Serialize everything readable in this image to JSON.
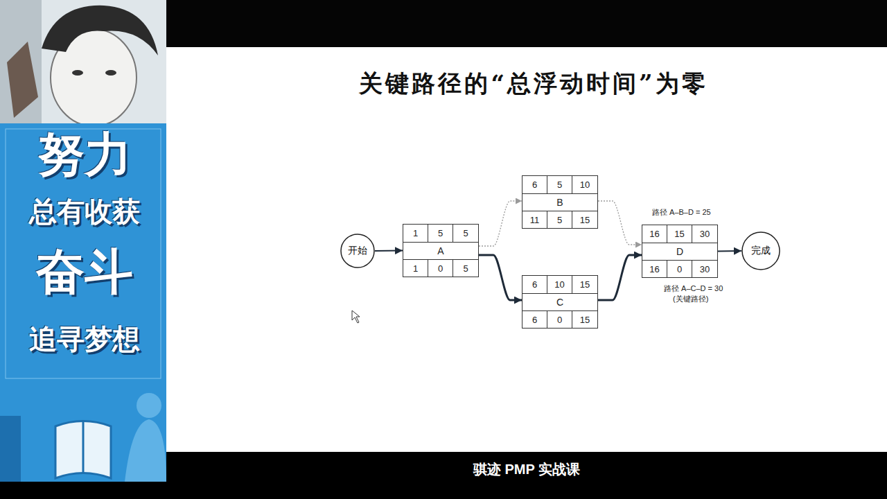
{
  "diagram": {
    "title": "关键路径的“总浮动时间”为零",
    "nodes": [
      {
        "text": [
          "开始"
        ]
      },
      {
        "text": [
          "1",
          "5",
          "5",
          "A",
          "1",
          "0",
          "5"
        ]
      },
      {
        "text": [
          "6",
          "5",
          "10",
          "B",
          "11",
          "5",
          "15"
        ]
      },
      {
        "text": [
          "6",
          "10",
          "15",
          "C",
          "6",
          "0",
          "15"
        ]
      },
      {
        "text": [
          "16",
          "15",
          "30",
          "D",
          "16",
          "0",
          "30"
        ]
      },
      {
        "text": [
          "完成"
        ]
      }
    ],
    "edges": [
      {
        "from": 0,
        "to": 1,
        "arrow": "to"
      },
      {
        "from": 1,
        "to": 2,
        "arrow": "to"
      },
      {
        "from": 1,
        "to": 3,
        "arrow": "to"
      },
      {
        "from": 2,
        "to": 4,
        "arrow": "to"
      },
      {
        "from": 3,
        "to": 4,
        "arrow": "to"
      },
      {
        "from": 4,
        "to": 5,
        "arrow": "to"
      }
    ],
    "labels": [
      "路径 A–B–D = 25",
      "路径 A–C–D = 30",
      "(关键路径)",
      "努力",
      "总有收获",
      "奋斗",
      "追寻梦想",
      "骐迹 PMP 实战课"
    ]
  }
}
